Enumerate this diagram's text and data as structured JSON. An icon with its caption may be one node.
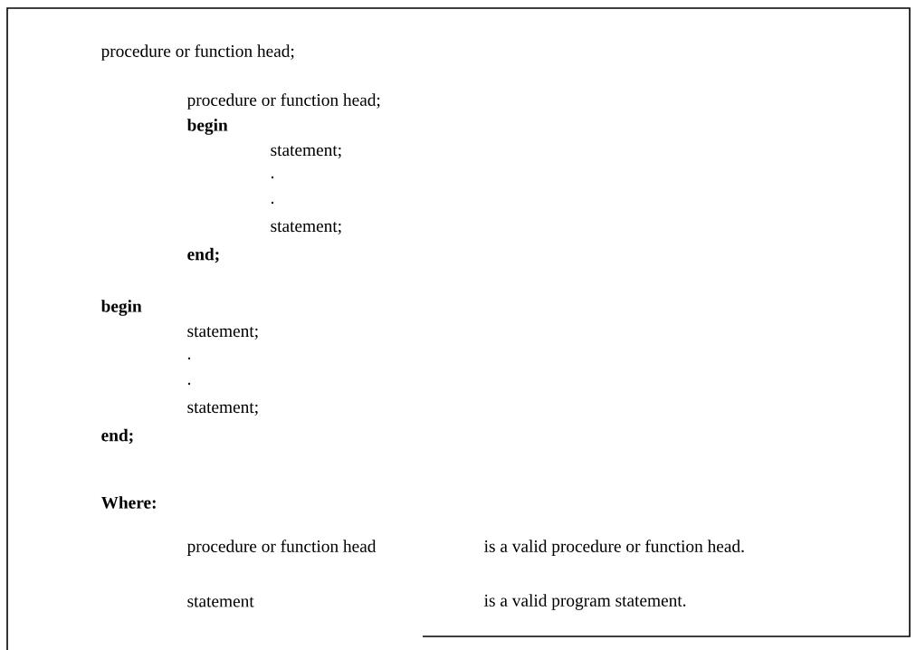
{
  "diagram": {
    "labels": [
      "procedure or function head;",
      "procedure or function head;",
      "begin",
      "statement;",
      ".",
      ".",
      "statement;",
      "end;",
      "begin",
      "statement;",
      ".",
      ".",
      "statement;",
      "end;",
      "Where:",
      "procedure or function head",
      "is a valid procedure or function head.",
      "statement",
      "is a valid program statement."
    ]
  }
}
